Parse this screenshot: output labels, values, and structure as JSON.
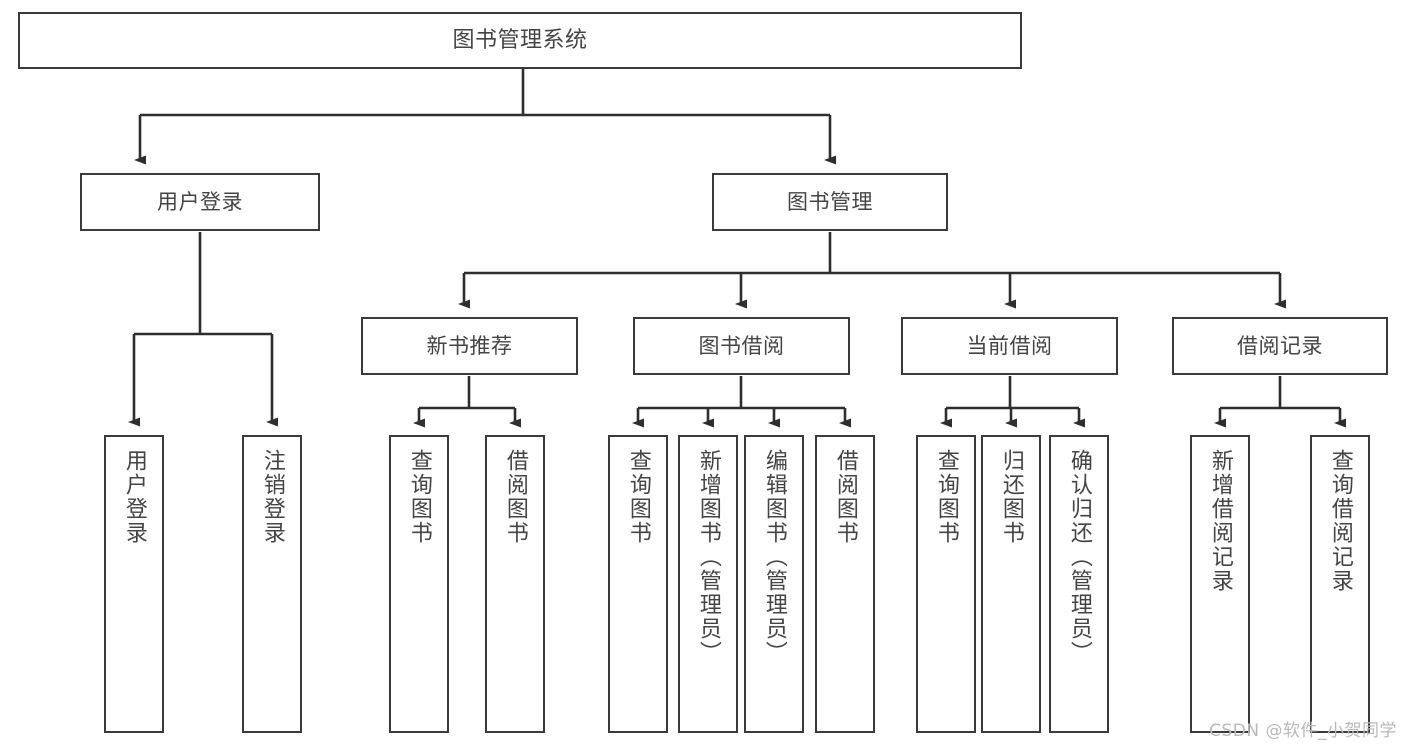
{
  "diagram": {
    "title": "图书管理系统",
    "type": "tree-hierarchy-diagram",
    "root": {
      "id": "root",
      "label": "图书管理系统"
    },
    "level2": [
      {
        "id": "user-login",
        "label": "用户登录"
      },
      {
        "id": "book-management",
        "label": "图书管理"
      }
    ],
    "level3": [
      {
        "id": "new-book-recommend",
        "label": "新书推荐",
        "parent": "book-management"
      },
      {
        "id": "book-borrow",
        "label": "图书借阅",
        "parent": "book-management"
      },
      {
        "id": "current-borrow",
        "label": "当前借阅",
        "parent": "book-management"
      },
      {
        "id": "borrow-record",
        "label": "借阅记录",
        "parent": "book-management"
      }
    ],
    "leaves": {
      "user_login": [
        {
          "id": "leaf-user-login",
          "label": "用户登录"
        },
        {
          "id": "leaf-logout-login",
          "label": "注销登录"
        }
      ],
      "new_book_recommend": [
        {
          "id": "leaf-query-book-1",
          "label": "查询图书"
        },
        {
          "id": "leaf-borrow-book-1",
          "label": "借阅图书"
        }
      ],
      "book_borrow": [
        {
          "id": "leaf-query-book-2",
          "label": "查询图书"
        },
        {
          "id": "leaf-add-book",
          "label": "新增图书（管理员）"
        },
        {
          "id": "leaf-edit-book",
          "label": "编辑图书（管理员）"
        },
        {
          "id": "leaf-borrow-book-2",
          "label": "借阅图书"
        }
      ],
      "current_borrow": [
        {
          "id": "leaf-query-book-3",
          "label": "查询图书"
        },
        {
          "id": "leaf-return-book",
          "label": "归还图书"
        },
        {
          "id": "leaf-confirm-return",
          "label": "确认归还（管理员）"
        }
      ],
      "borrow_record": [
        {
          "id": "leaf-add-record",
          "label": "新增借阅记录"
        },
        {
          "id": "leaf-query-record",
          "label": "查询借阅记录"
        }
      ]
    }
  },
  "watermark": {
    "text": "CSDN @软件_小贺同学"
  },
  "colors": {
    "border": "#3a3a3a",
    "text": "#444444",
    "background": "#ffffff",
    "watermark": "#b9b9b9"
  }
}
